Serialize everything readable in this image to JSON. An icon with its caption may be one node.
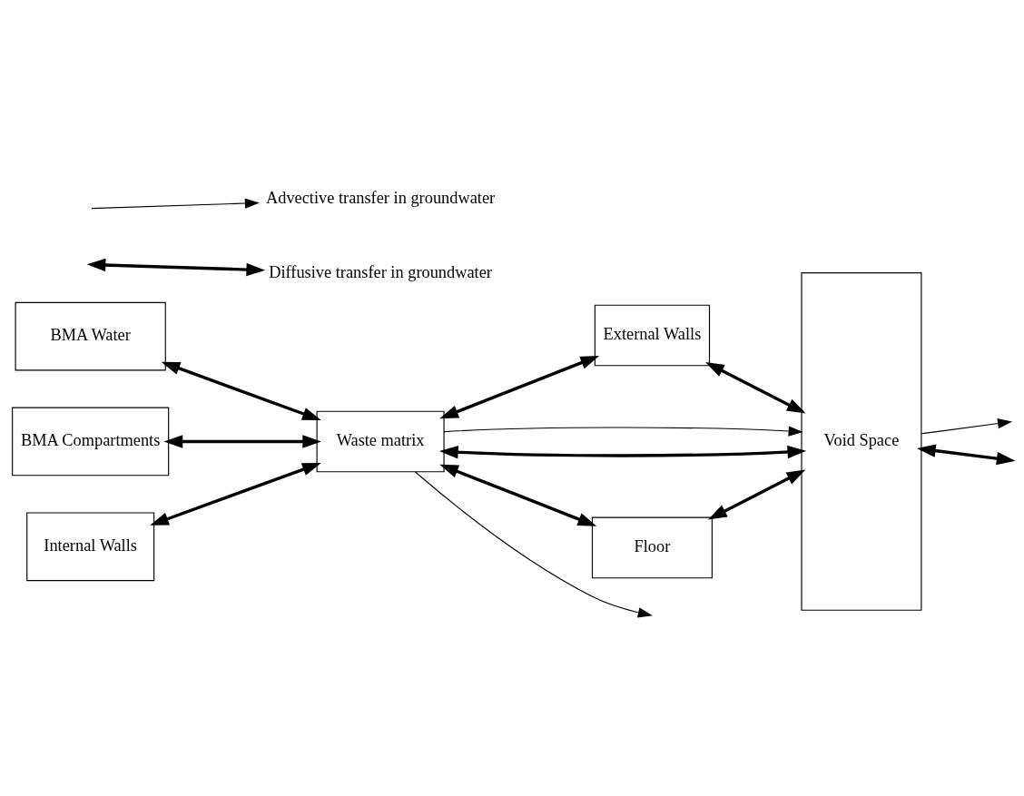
{
  "diagram": {
    "nodes": [
      {
        "text": [
          "BMA Water"
        ]
      },
      {
        "text": [
          "External Walls"
        ]
      },
      {
        "text": [
          "Void Space"
        ]
      },
      {
        "text": [
          "BMA Compartments"
        ]
      },
      {
        "text": [
          "Waste matrix"
        ]
      },
      {
        "text": [
          "Internal Walls"
        ]
      },
      {
        "text": [
          "Floor"
        ]
      }
    ],
    "edges": [
      {
        "from": 4,
        "to": null,
        "arrow": "to"
      },
      {
        "from": 0,
        "to": 4,
        "arrow": "both"
      },
      {
        "from": 4,
        "to": 1,
        "arrow": "both"
      },
      {
        "from": 1,
        "to": 2,
        "arrow": "both"
      },
      {
        "from": 3,
        "to": 4,
        "arrow": "both"
      },
      {
        "from": 4,
        "to": 2,
        "arrow": "both"
      },
      {
        "from": 4,
        "to": 2,
        "arrow": "to"
      },
      {
        "from": 2,
        "to": null,
        "arrow": "to"
      },
      {
        "from": 5,
        "to": 4,
        "arrow": "both"
      },
      {
        "from": 4,
        "to": 6,
        "arrow": "both"
      },
      {
        "from": 6,
        "to": 2,
        "arrow": "both"
      },
      {
        "from": 2,
        "to": null,
        "arrow": "both"
      }
    ],
    "legend": [
      {
        "text": "Advective transfer in groundwater"
      },
      {
        "text": "Diffusive transfer in groundwater"
      }
    ]
  }
}
